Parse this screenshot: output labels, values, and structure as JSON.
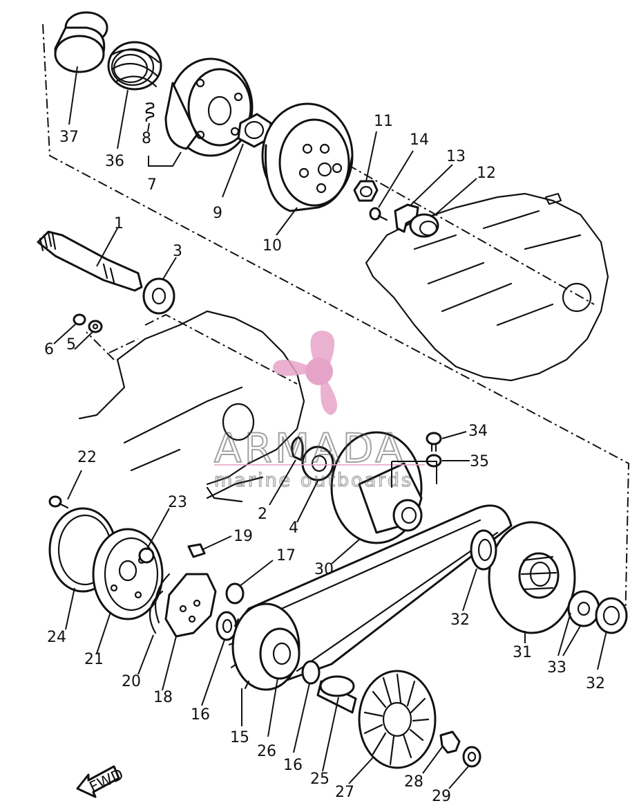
{
  "diagram": {
    "type": "exploded-parts-diagram",
    "accent_color": "#e6a4c8",
    "line_color": "#111111"
  },
  "watermark": {
    "title": "ARMADA",
    "subtitle": "marine outboards",
    "icon": "propeller-logo-icon",
    "color": "#e6a4c8"
  },
  "direction_marker": {
    "label": "FWD",
    "icon": "arrow-left-icon"
  },
  "parts": [
    {
      "id": "1",
      "label": "1"
    },
    {
      "id": "2",
      "label": "2"
    },
    {
      "id": "3",
      "label": "3"
    },
    {
      "id": "4",
      "label": "4"
    },
    {
      "id": "5",
      "label": "5"
    },
    {
      "id": "6",
      "label": "6"
    },
    {
      "id": "7",
      "label": "7"
    },
    {
      "id": "8",
      "label": "8"
    },
    {
      "id": "9",
      "label": "9"
    },
    {
      "id": "10",
      "label": "10"
    },
    {
      "id": "11",
      "label": "11"
    },
    {
      "id": "12",
      "label": "12"
    },
    {
      "id": "13",
      "label": "13"
    },
    {
      "id": "14",
      "label": "14"
    },
    {
      "id": "15",
      "label": "15"
    },
    {
      "id": "16a",
      "label": "16"
    },
    {
      "id": "16b",
      "label": "16"
    },
    {
      "id": "17",
      "label": "17"
    },
    {
      "id": "18",
      "label": "18"
    },
    {
      "id": "19",
      "label": "19"
    },
    {
      "id": "20",
      "label": "20"
    },
    {
      "id": "21",
      "label": "21"
    },
    {
      "id": "22",
      "label": "22"
    },
    {
      "id": "23",
      "label": "23"
    },
    {
      "id": "24",
      "label": "24"
    },
    {
      "id": "25",
      "label": "25"
    },
    {
      "id": "26",
      "label": "26"
    },
    {
      "id": "27",
      "label": "27"
    },
    {
      "id": "28",
      "label": "28"
    },
    {
      "id": "29",
      "label": "29"
    },
    {
      "id": "30",
      "label": "30"
    },
    {
      "id": "31",
      "label": "31"
    },
    {
      "id": "32a",
      "label": "32"
    },
    {
      "id": "32b",
      "label": "32"
    },
    {
      "id": "33",
      "label": "33"
    },
    {
      "id": "34",
      "label": "34"
    },
    {
      "id": "35",
      "label": "35"
    },
    {
      "id": "36",
      "label": "36"
    },
    {
      "id": "37",
      "label": "37"
    }
  ]
}
